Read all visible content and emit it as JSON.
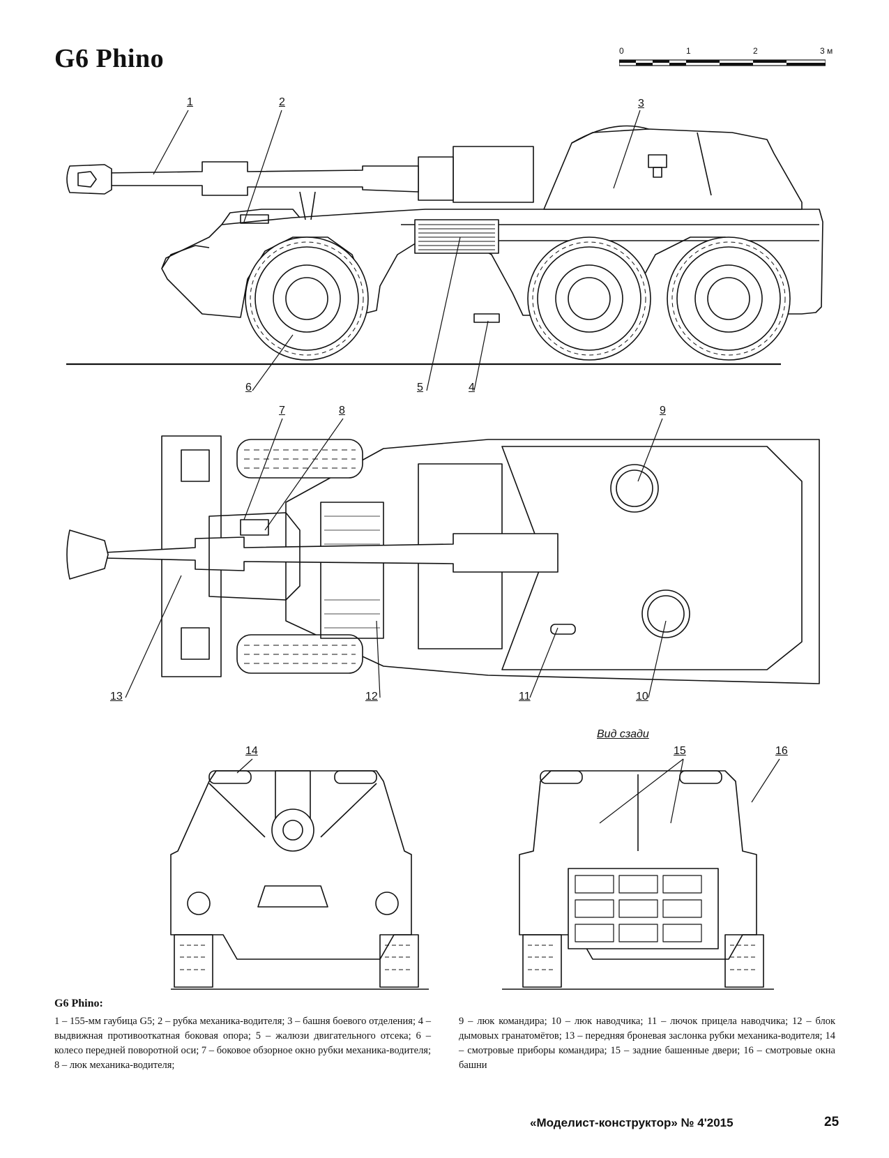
{
  "title": "G6 Phino",
  "scale_bar": {
    "labels": [
      "0",
      "1",
      "2",
      "3 м"
    ]
  },
  "callouts": [
    "1",
    "2",
    "3",
    "4",
    "5",
    "6",
    "7",
    "8",
    "9",
    "10",
    "11",
    "12",
    "13",
    "14",
    "15",
    "16"
  ],
  "rear_view_label": "Вид сзади",
  "caption": {
    "title": "G6 Phino:",
    "left": "1 – 155-мм гаубица G5; 2 – рубка механика-водителя; 3 – башня боевого отделения; 4 – выдвижная противооткатная боковая опора; 5 – жалюзи двигательного отсека; 6 – колесо передней поворотной оси; 7 – боковое обзорное окно рубки механика-водителя; 8 – люк механика-водителя;",
    "right": "9 – люк командира; 10 – люк наводчика; 11 – лючок прицела наводчика; 12 – блок дымовых гранатомётов; 13 – передняя броневая заслонка рубки механика-водителя; 14 – смотровые приборы командира; 15 – задние башенные двери; 16 – смотровые окна башни"
  },
  "footer": {
    "magazine": "«Моделист-конструктор» № 4'2015",
    "page_number": "25"
  }
}
